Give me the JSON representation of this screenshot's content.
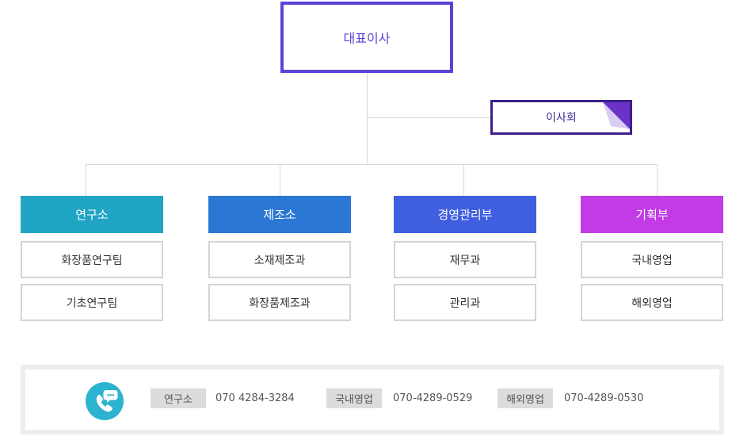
{
  "ceo": "대표이사",
  "board": "이사회",
  "colors": {
    "ceo_border": "#5b44d6",
    "board_border": "#3d1f8a",
    "connector": "#d8d8d8"
  },
  "departments": [
    {
      "name": "연구소",
      "color": "#21a5c4",
      "teams": [
        "화장품연구팀",
        "기초연구팀"
      ]
    },
    {
      "name": "제조소",
      "color": "#2a78d4",
      "teams": [
        "소재제조과",
        "화장품제조과"
      ]
    },
    {
      "name": "경영관리부",
      "color": "#3f5fe0",
      "teams": [
        "재무과",
        "관리과"
      ]
    },
    {
      "name": "기획부",
      "color": "#c23be6",
      "teams": [
        "국내영업",
        "해외영업"
      ]
    }
  ],
  "contact": {
    "icon": "phone-chat-icon",
    "entries": [
      {
        "label": "연구소",
        "number": "070 4284-3284"
      },
      {
        "label": "국내영업",
        "number": "070-4289-0529"
      },
      {
        "label": "해외영업",
        "number": "070-4289-0530"
      }
    ]
  }
}
